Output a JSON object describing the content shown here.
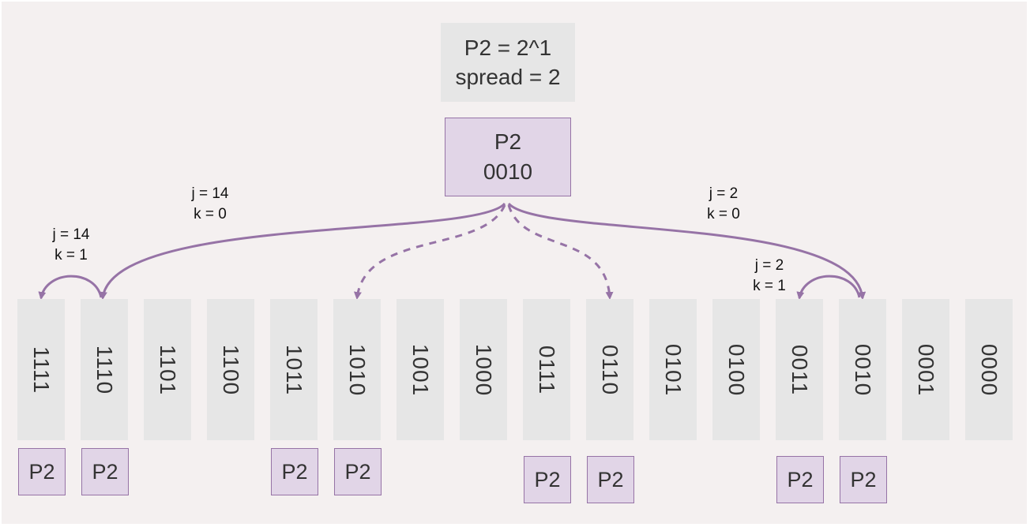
{
  "info": {
    "line1": "P2 = 2^1",
    "line2": "spread = 2"
  },
  "root": {
    "name": "P2",
    "bits": "0010"
  },
  "slots": [
    "1111",
    "1110",
    "1101",
    "1100",
    "1011",
    "1010",
    "1001",
    "1000",
    "0111",
    "0110",
    "0101",
    "0100",
    "0011",
    "0010",
    "0001",
    "0000"
  ],
  "placements": [
    {
      "slot": 0,
      "label": "P2"
    },
    {
      "slot": 1,
      "label": "P2"
    },
    {
      "slot": 4,
      "label": "P2"
    },
    {
      "slot": 5,
      "label": "P2"
    },
    {
      "slot": 8,
      "label": "P2"
    },
    {
      "slot": 9,
      "label": "P2"
    },
    {
      "slot": 12,
      "label": "P2"
    },
    {
      "slot": 13,
      "label": "P2"
    }
  ],
  "edge_labels": [
    {
      "j": "j = 14",
      "k": "k = 0"
    },
    {
      "j": "j = 14",
      "k": "k = 1"
    },
    {
      "j": "j = 2",
      "k": "k = 0"
    },
    {
      "j": "j = 2",
      "k": "k = 1"
    }
  ],
  "colors": {
    "accent": "#9673a6",
    "node_fill": "#e1d5e7",
    "slot_fill": "#e6e6e6",
    "background": "#f4f0f0"
  }
}
